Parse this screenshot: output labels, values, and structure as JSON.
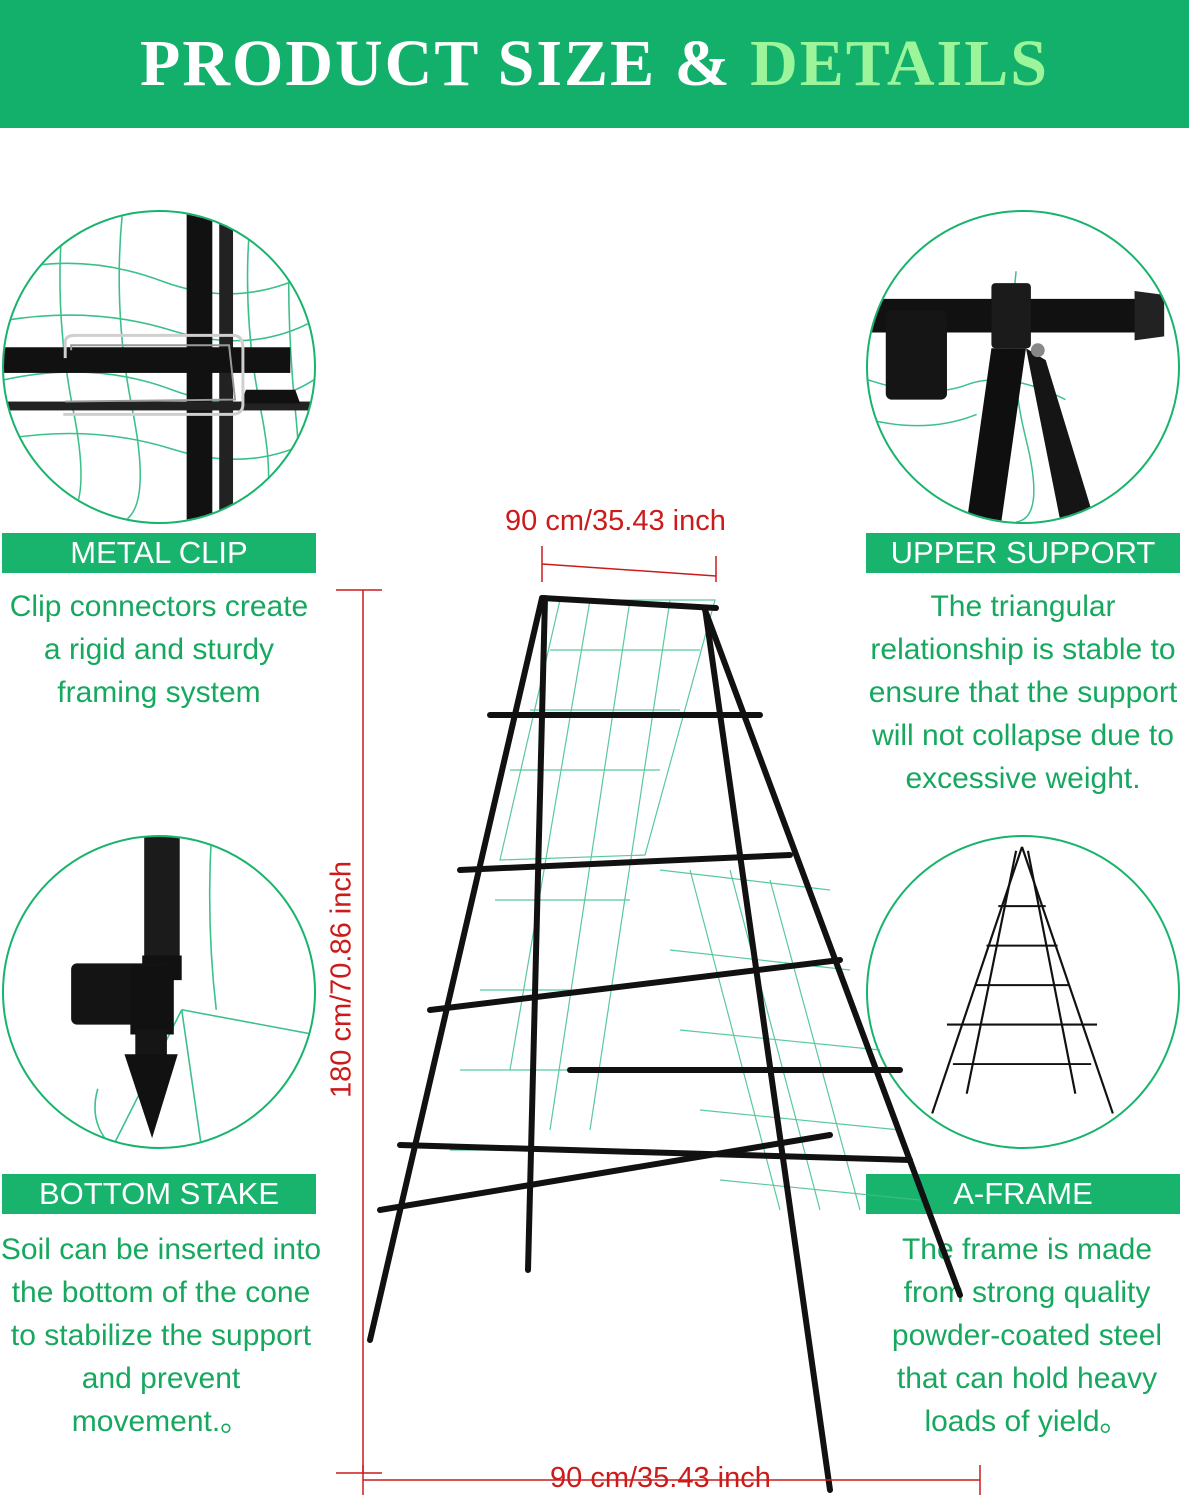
{
  "banner": {
    "title_main": "PRODUCT SIZE &",
    "title_accent": "DETAILS",
    "bg_color": "#12b06a",
    "accent_color": "#9cf59a"
  },
  "features": {
    "metal_clip": {
      "label": "METAL CLIP",
      "description": "Clip connectors create a rigid and sturdy framing system"
    },
    "upper_support": {
      "label": "UPPER SUPPORT",
      "description": "The triangular relationship is stable to ensure that the support will not collapse due to excessive weight."
    },
    "bottom_stake": {
      "label": "BOTTOM STAKE",
      "description": "Soil can be inserted into the bottom of the cone to stabilize the support and prevent movement.。"
    },
    "a_frame": {
      "label": "A-FRAME",
      "description": "The frame is made from strong quality powder-coated steel that can hold heavy loads of yield。"
    }
  },
  "dimensions": {
    "top_width": "90 cm/35.43 inch",
    "height": "180 cm/70.86 inch",
    "bottom_width": "90 cm/35.43 inch",
    "line_color": "#cc1b1b"
  },
  "colors": {
    "green": "#18b36d",
    "text_green": "#17a85f",
    "frame": "#111111",
    "net": "#3cc08a"
  },
  "icons": [
    "metal-clip-photo",
    "upper-support-photo",
    "bottom-stake-photo",
    "a-frame-photo",
    "trellis-photo"
  ]
}
